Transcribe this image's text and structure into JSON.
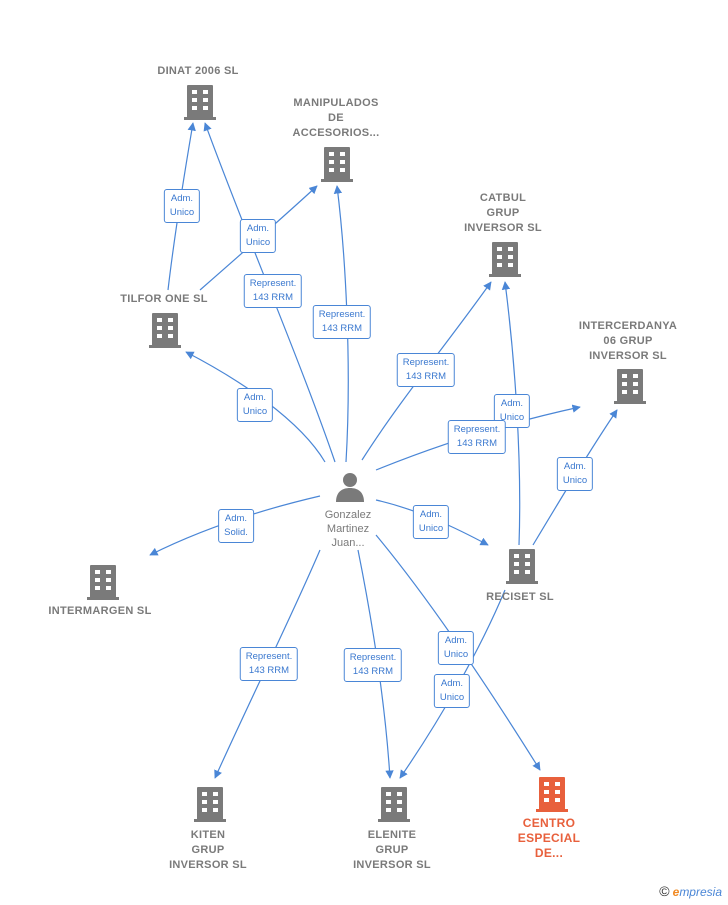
{
  "center": {
    "name": "Gonzalez\nMartinez\nJuan..."
  },
  "nodes": [
    {
      "id": "dinat",
      "label": "DINAT 2006 SL"
    },
    {
      "id": "manipulados",
      "label": "MANIPULADOS\nDE\nACCESORIOS..."
    },
    {
      "id": "tilfor",
      "label": "TILFOR ONE SL"
    },
    {
      "id": "catbul",
      "label": "CATBUL\nGRUP\nINVERSOR SL"
    },
    {
      "id": "intercerdanya",
      "label": "INTERCERDANYA\n06 GRUP\nINVERSOR SL"
    },
    {
      "id": "intermargen",
      "label": "INTERMARGEN SL"
    },
    {
      "id": "reciset",
      "label": "RECISET SL"
    },
    {
      "id": "kiten",
      "label": "KITEN\nGRUP\nINVERSOR SL"
    },
    {
      "id": "elenite",
      "label": "ELENITE\nGRUP\nINVERSOR SL"
    },
    {
      "id": "centro",
      "label": "CENTRO\nESPECIAL\nDE..."
    }
  ],
  "edge_labels": [
    "Adm.\nUnico",
    "Adm.\nUnico",
    "Represent.\n143 RRM",
    "Represent.\n143 RRM",
    "Adm.\nUnico",
    "Represent.\n143 RRM",
    "Adm.\nUnico",
    "Represent.\n143 RRM",
    "Adm.\nUnico",
    "Adm.\nSolid.",
    "Adm.\nUnico",
    "Represent.\n143 RRM",
    "Represent.\n143 RRM",
    "Adm.\nUnico",
    "Adm.\nUnico"
  ],
  "colors": {
    "edge": "#4a86d6",
    "building": "#7a7a7a",
    "highlight": "#e8603c"
  },
  "footer": {
    "copyright": "©",
    "brand_initial": "e",
    "brand_rest": "mpresia"
  }
}
